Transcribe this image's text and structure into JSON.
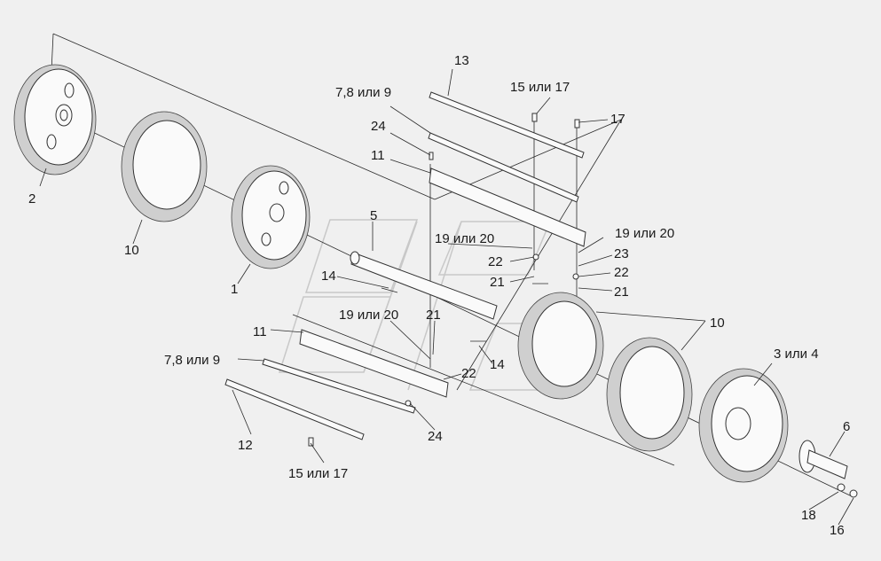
{
  "labels": {
    "l13": "13",
    "l15or17_top": "15 или 17",
    "l789_top": "7,8 или 9",
    "l17": "17",
    "l24_top": "24",
    "l11_top": "11",
    "l2": "2",
    "l5": "5",
    "l19or20_center": "19 или 20",
    "l19or20_right": "19 или 20",
    "l10_left": "10",
    "l23": "23",
    "l22_center": "22",
    "l22_right": "22",
    "l14_top": "14",
    "l21_center": "21",
    "l1": "1",
    "l21_right": "21",
    "l19or20_left": "19 или 20",
    "l21_lower": "21",
    "l10_right": "10",
    "l11_lower": "11",
    "l3or4": "3 или 4",
    "l789_lower": "7,8 или 9",
    "l14_lower": "14",
    "l22_lower": "22",
    "l6": "6",
    "l24_lower": "24",
    "l12": "12",
    "l15or17_lower": "15 или 17",
    "l18": "18",
    "l16": "16"
  },
  "colors": {
    "background": "#f0f0f0",
    "line": "#2a2a2a",
    "tread": "#cfcfcf",
    "watermark": "#c8c8c8"
  }
}
